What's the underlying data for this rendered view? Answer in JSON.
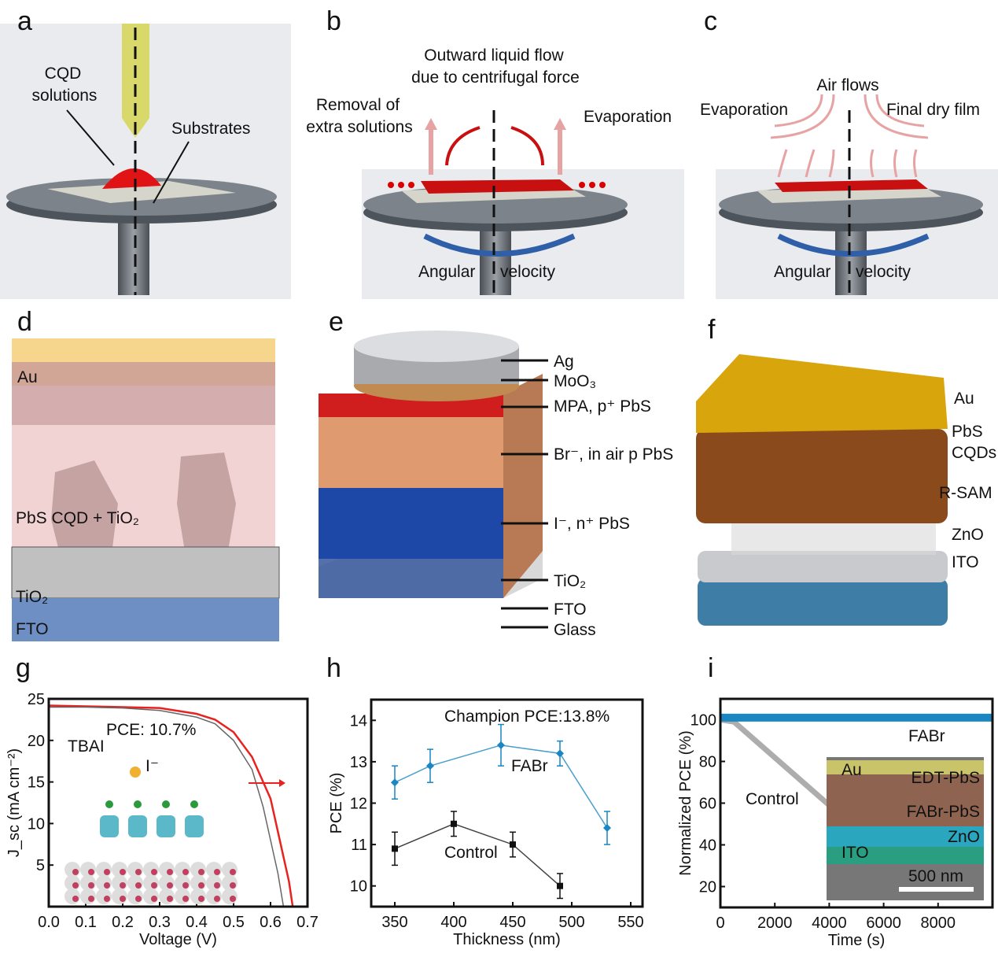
{
  "panels": {
    "a": {
      "letter": "a",
      "labels": [
        "CQD",
        "solutions",
        "Substrates"
      ]
    },
    "b": {
      "letter": "b",
      "labels": [
        "Outward liquid flow",
        "due to centrifugal force",
        "Removal of",
        "extra solutions",
        "Evaporation",
        "Angular",
        "velocity"
      ]
    },
    "c": {
      "letter": "c",
      "labels": [
        "Air flows",
        "Evaporation",
        "Final dry film",
        "Angular",
        "velocity"
      ]
    },
    "d": {
      "letter": "d",
      "labels": [
        "Au",
        "PbS CQD + TiO₂",
        "TiO₂",
        "FTO"
      ]
    },
    "e": {
      "letter": "e",
      "labels": [
        "Ag",
        "MoO₃",
        "MPA, p⁺ PbS",
        "Br⁻, in air p PbS",
        "I⁻, n⁺ PbS",
        "TiO₂",
        "FTO",
        "Glass"
      ]
    },
    "f": {
      "letter": "f",
      "labels": [
        "Au",
        "PbS",
        "CQDs",
        "R-SAM",
        "ZnO",
        "ITO"
      ]
    },
    "g": {
      "letter": "g"
    },
    "h": {
      "letter": "h"
    },
    "i": {
      "letter": "i"
    }
  },
  "colors": {
    "red": "#e8221f",
    "gray": "#666666",
    "blue": "#1a86c2",
    "black": "#111111"
  },
  "chart_data": [
    {
      "type": "line",
      "panel": "g",
      "xlabel": "Voltage (V)",
      "ylabel": "J_sc (mA cm⁻²)",
      "xlim": [
        0,
        0.7
      ],
      "ylim": [
        0,
        25
      ],
      "xticks": [
        "0.0",
        "0.1",
        "0.2",
        "0.3",
        "0.4",
        "0.5",
        "0.6",
        "0.7"
      ],
      "yticks": [
        "5",
        "10",
        "15",
        "20",
        "25"
      ],
      "annotations": [
        "PCE: 10.7%",
        "TBAI",
        "I⁻"
      ],
      "series": [
        {
          "name": "red",
          "x": [
            0,
            0.1,
            0.2,
            0.3,
            0.4,
            0.45,
            0.5,
            0.55,
            0.6,
            0.63,
            0.65,
            0.66
          ],
          "y": [
            24.2,
            24.1,
            24,
            23.9,
            23.2,
            22.5,
            21,
            18,
            13,
            7,
            3,
            0
          ]
        },
        {
          "name": "gray",
          "x": [
            0,
            0.1,
            0.2,
            0.3,
            0.4,
            0.45,
            0.5,
            0.55,
            0.58,
            0.6,
            0.62,
            0.635
          ],
          "y": [
            24,
            24,
            23.9,
            23.6,
            22.8,
            22,
            20,
            16.5,
            12,
            8,
            4,
            0
          ]
        }
      ]
    },
    {
      "type": "line",
      "panel": "h",
      "xlabel": "Thickness (nm)",
      "ylabel": "PCE (%)",
      "xlim": [
        330,
        560
      ],
      "ylim": [
        9.5,
        14.5
      ],
      "xticks": [
        "350",
        "400",
        "450",
        "500",
        "550"
      ],
      "yticks": [
        "10",
        "11",
        "12",
        "13",
        "14"
      ],
      "annotations": [
        "Champion PCE:13.8%"
      ],
      "series": [
        {
          "name": "FABr",
          "x": [
            350,
            380,
            440,
            490,
            530
          ],
          "y": [
            12.5,
            12.9,
            13.4,
            13.2,
            11.4
          ],
          "err": [
            0.4,
            0.4,
            0.5,
            0.3,
            0.4
          ]
        },
        {
          "name": "Control",
          "x": [
            350,
            400,
            450,
            490
          ],
          "y": [
            10.9,
            11.5,
            11.0,
            10.0
          ],
          "err": [
            0.4,
            0.3,
            0.3,
            0.3
          ]
        }
      ]
    },
    {
      "type": "scatter",
      "panel": "i",
      "xlabel": "Time (s)",
      "ylabel": "Normalized PCE (%)",
      "xlim": [
        0,
        10000
      ],
      "ylim": [
        10,
        110
      ],
      "xticks": [
        "0",
        "2000",
        "4000",
        "6000",
        "8000"
      ],
      "yticks": [
        "20",
        "40",
        "60",
        "80",
        "100"
      ],
      "inset_labels": [
        "Au",
        "EDT-PbS",
        "FABr-PbS",
        "ZnO",
        "ITO",
        "500 nm"
      ],
      "series": [
        {
          "name": "FABr",
          "x": [
            0,
            10000
          ],
          "y": [
            101,
            101
          ]
        },
        {
          "name": "Control",
          "x": [
            0,
            500,
            4000
          ],
          "y": [
            100,
            99,
            59
          ]
        }
      ]
    }
  ]
}
